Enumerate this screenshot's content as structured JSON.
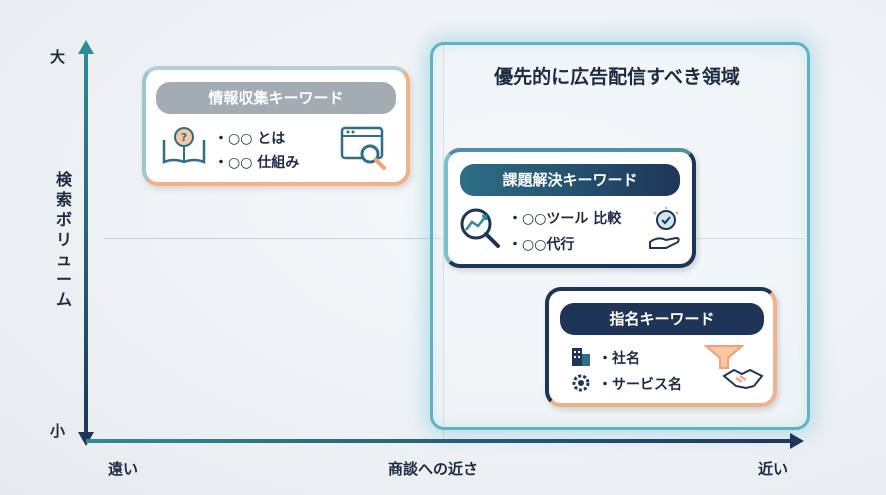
{
  "axes": {
    "y_top": "大",
    "y_bottom": "小",
    "y_title": "検索ボリューム",
    "x_left": "遠い",
    "x_title": "商談への近さ",
    "x_right": "近い"
  },
  "zone": {
    "title": "優先的に広告配信すべき領域"
  },
  "cards": {
    "info": {
      "title": "情報収集キーワード",
      "items": [
        "・○○ とは",
        "・○○ 仕組み"
      ]
    },
    "problem": {
      "title": "課題解決キーワード",
      "items": [
        "・○○ツール 比較",
        "・○○代行"
      ]
    },
    "brand": {
      "title": "指名キーワード",
      "items": [
        "・社名",
        "・サービス名"
      ]
    }
  },
  "icons": [
    "question-book-icon",
    "browser-search-icon",
    "chart-magnifier-icon",
    "lightbulb-hand-icon",
    "building-icon",
    "gear-icon",
    "funnel-icon",
    "handshake-icon"
  ],
  "colors": {
    "navy": "#1f3558",
    "teal": "#2f8c96",
    "orange": "#f2b186",
    "glow": "#5fb1c3"
  }
}
